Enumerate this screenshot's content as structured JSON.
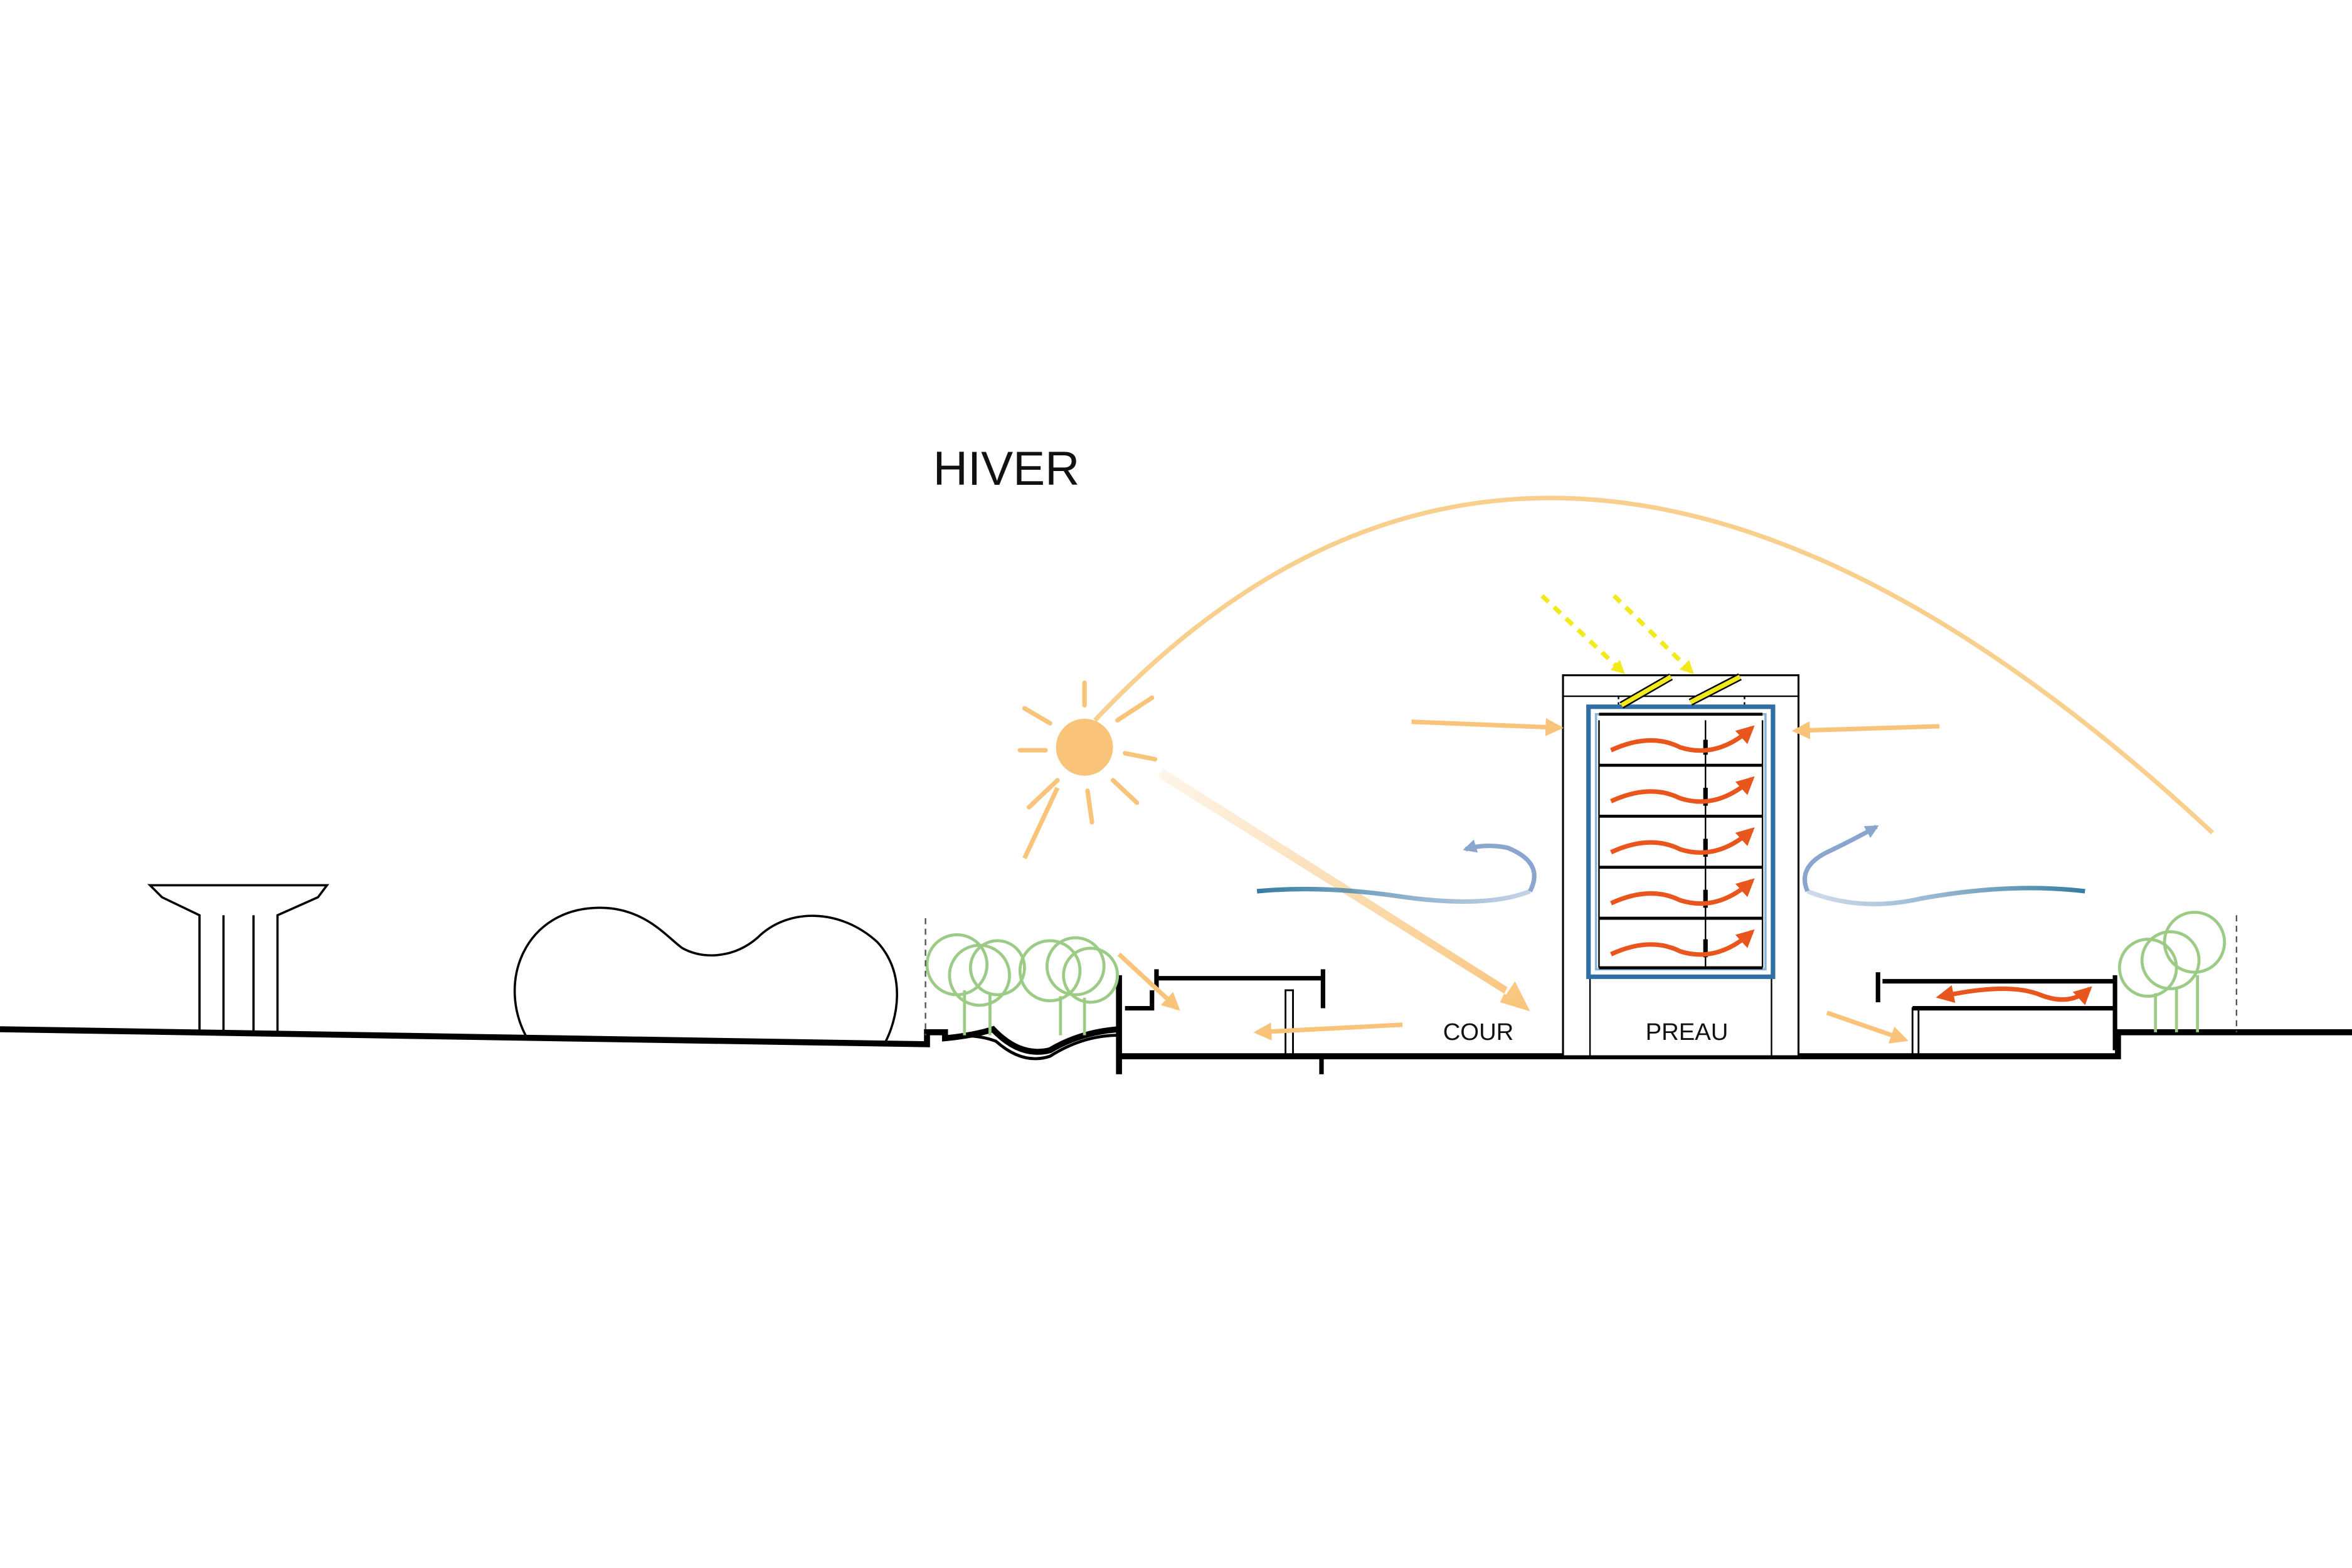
{
  "title": "HIVER",
  "labels": {
    "cour": "COUR",
    "preau": "PREAU"
  },
  "colors": {
    "sun": "#F9C47A",
    "sun_path": "#F9CF8E",
    "solar_panel_ray": "#F2EA1B",
    "warm_air": "#E8561E",
    "cool_wind": "#8AA6CF",
    "wind_wave": "#1E6E97",
    "envelope": "#2F6FA3",
    "trees": "#9CCB85",
    "ground": "#000000"
  },
  "icons": {
    "sun": "sun-icon",
    "trees": "tree-cluster-icon",
    "solar_panels": "solar-panel-icon"
  }
}
